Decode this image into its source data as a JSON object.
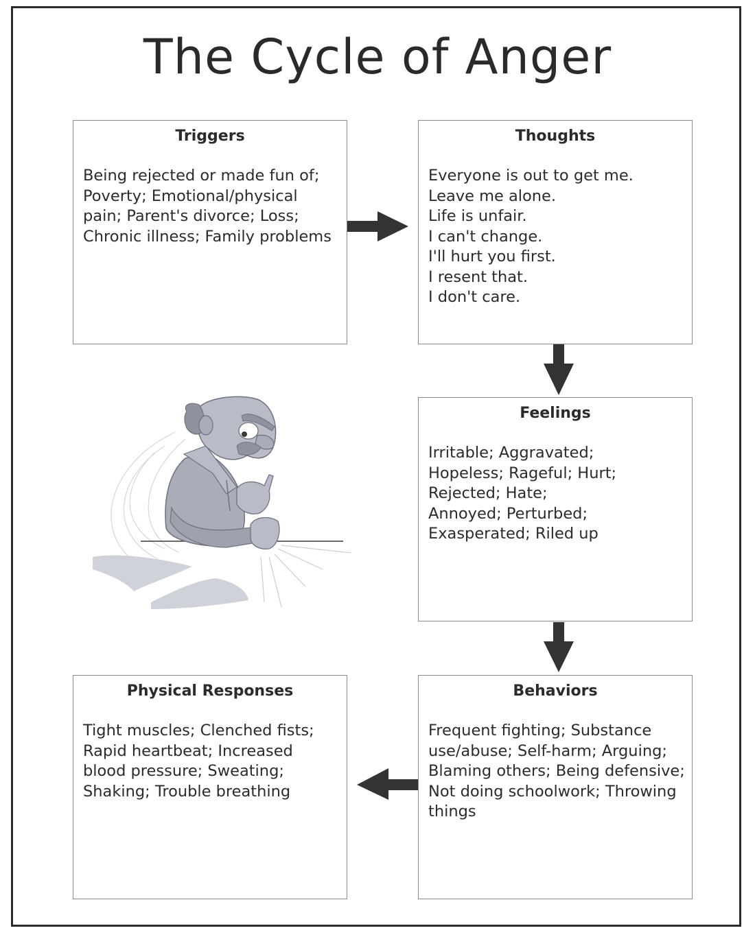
{
  "title": "The Cycle of Anger",
  "boxes": {
    "triggers": {
      "heading": "Triggers",
      "body": "Being rejected or made fun of;\nPoverty; Emotional/physical\npain; Parent's divorce; Loss;\nChronic illness; Family problems"
    },
    "thoughts": {
      "heading": "Thoughts",
      "body": "Everyone is out to get me.\nLeave me alone.\nLife is unfair.\nI can't change.\nI'll hurt you first.\nI resent that.\nI don't care."
    },
    "feelings": {
      "heading": "Feelings",
      "body": "Irritable; Aggravated;\nHopeless; Rageful; Hurt;\nRejected; Hate;\nAnnoyed; Perturbed;\nExasperated; Riled up"
    },
    "behaviors": {
      "heading": "Behaviors",
      "body": "Frequent fighting; Substance\nuse/abuse; Self-harm; Arguing;\nBlaming others; Being defensive;\nNot doing schoolwork; Throwing\nthings"
    },
    "physical": {
      "heading": "Physical Responses",
      "body": "Tight muscles; Clenched fists;\nRapid heartbeat; Increased\nblood pressure; Sweating;\nShaking; Trouble breathing"
    }
  },
  "colors": {
    "border": "#2a2a2a",
    "box_border": "#8a8a8a",
    "arrow": "#333333",
    "figure": "#a9adb8"
  }
}
